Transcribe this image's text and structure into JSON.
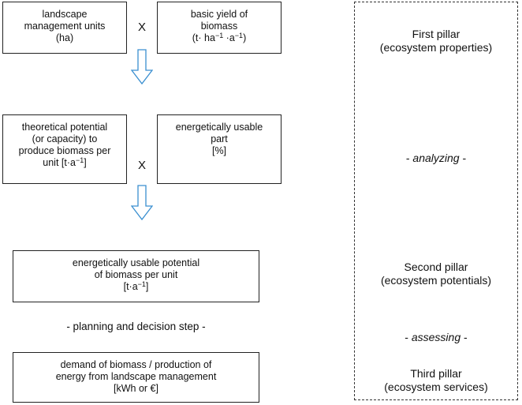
{
  "boxes": {
    "units": {
      "lines": [
        "landscape",
        "management units",
        "(ha)"
      ]
    },
    "yield": {
      "line1": "basic yield of",
      "line2": "biomass",
      "line3_pre": "(t· ha",
      "exp1": "−1",
      "mid": " ·a",
      "exp2": "−1",
      "line3_post": ")"
    },
    "theoretical": {
      "lines": [
        "theoretical potential",
        "(or capacity) to",
        "produce biomass per"
      ],
      "line4_pre": "unit [t·a",
      "exp": "−1",
      "line4_post": "]"
    },
    "part": {
      "lines": [
        "energetically usable",
        "part",
        "[%]"
      ]
    },
    "usable": {
      "lines": [
        "energetically usable potential",
        "of biomass per unit"
      ],
      "line3_pre": "[t·a",
      "exp": "−1",
      "line3_post": "]"
    },
    "demand": {
      "lines": [
        "demand of biomass / production of",
        "energy from landscape management",
        "[kWh or €]"
      ]
    }
  },
  "operators": {
    "multiply": "X"
  },
  "steps": {
    "planning": "- planning and decision step -"
  },
  "pillars": {
    "first": [
      "First pillar",
      "(ecosystem properties)"
    ],
    "analyzing": {
      "pre": "- ",
      "word": "analyzing",
      "post": " -"
    },
    "second": [
      "Second pillar",
      "(ecosystem potentials)"
    ],
    "assessing": {
      "pre": "- ",
      "word": "assessing",
      "post": " -"
    },
    "third": [
      "Third pillar",
      "(ecosystem services)"
    ]
  },
  "colors": {
    "arrow": "#3a8fd0",
    "border": "#222222"
  }
}
